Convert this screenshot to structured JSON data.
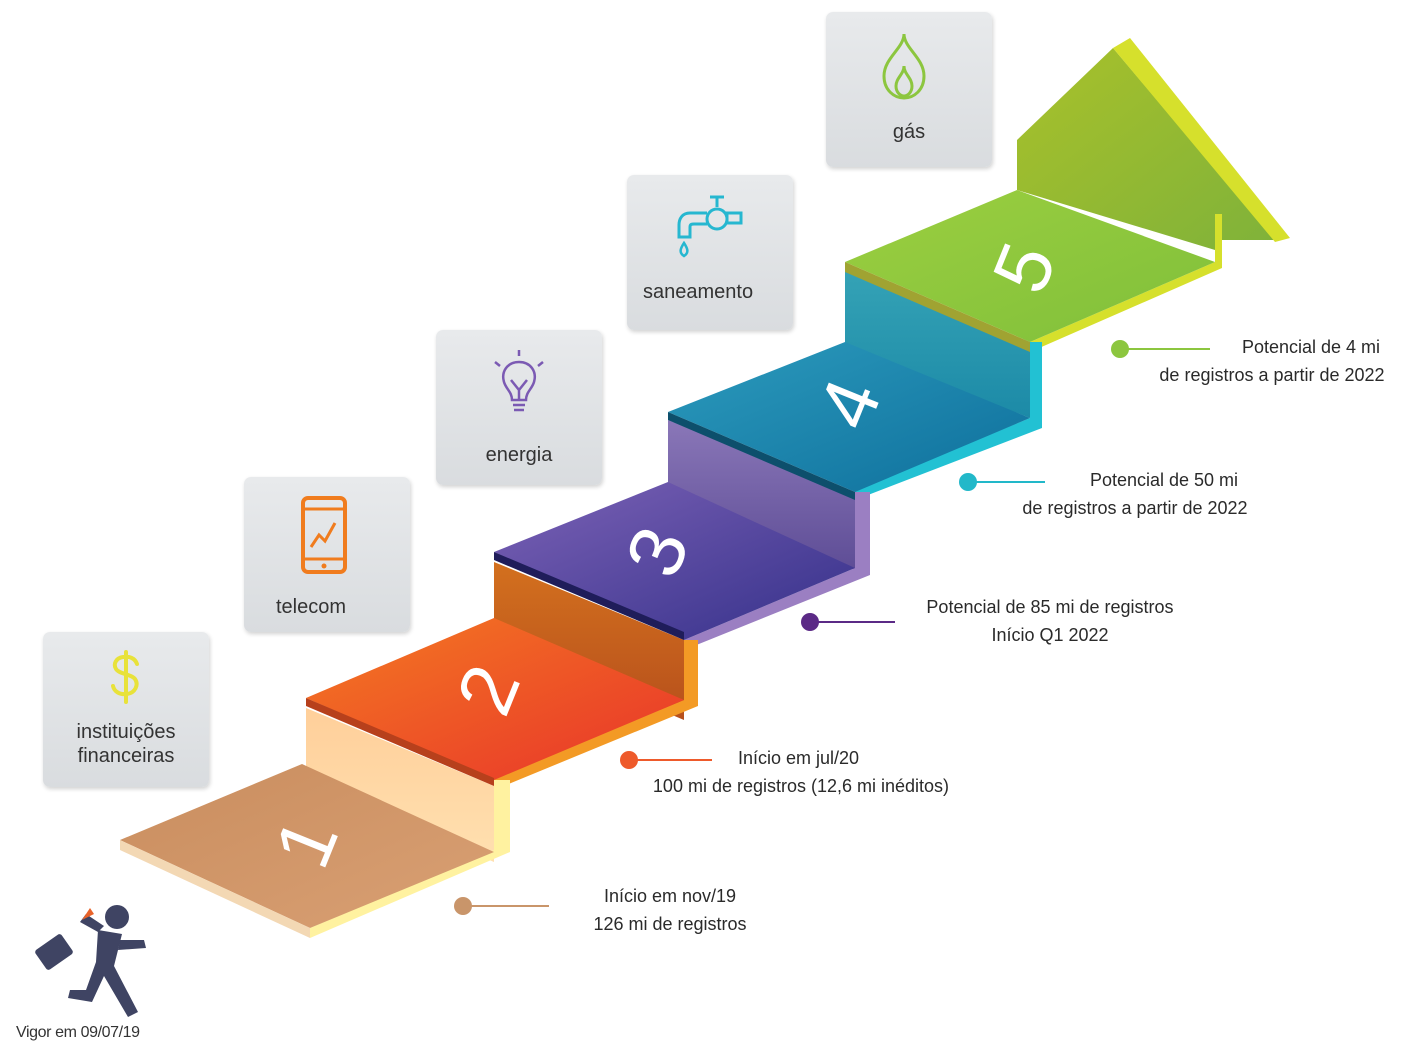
{
  "categories": [
    {
      "label": "instituições\nfinanceiras",
      "icon": "dollar-icon",
      "color": "#e8e23a"
    },
    {
      "label": "telecom",
      "icon": "smartphone-chart-icon",
      "color": "#f07c1e"
    },
    {
      "label": "energia",
      "icon": "lightbulb-icon",
      "color": "#7b5ab3"
    },
    {
      "label": "saneamento",
      "icon": "water-faucet-icon",
      "color": "#26b7d0"
    },
    {
      "label": "gás",
      "icon": "flame-icon",
      "color": "#8cc63f"
    }
  ],
  "steps": [
    "1",
    "2",
    "3",
    "4",
    "5"
  ],
  "notes": [
    {
      "line1": "Início em nov/19",
      "line2": "126 mi de registros",
      "color": "#c9956a"
    },
    {
      "line1": "Início em jul/20",
      "line2": "100 mi de registros (12,6 mi inéditos)",
      "color": "#ee5a2b"
    },
    {
      "line1": "Potencial de 85 mi de registros",
      "line2": "Início Q1 2022",
      "color": "#5b2a86"
    },
    {
      "line1": "Potencial de 50 mi",
      "line2": "de registros a partir de 2022",
      "color": "#22b8c9"
    },
    {
      "line1": "Potencial de 4 mi",
      "line2": "de registros a partir de 2022",
      "color": "#8cc63f"
    }
  ],
  "vigor": "Vigor em 09/07/19",
  "runner_icon": "running-businessman-icon"
}
